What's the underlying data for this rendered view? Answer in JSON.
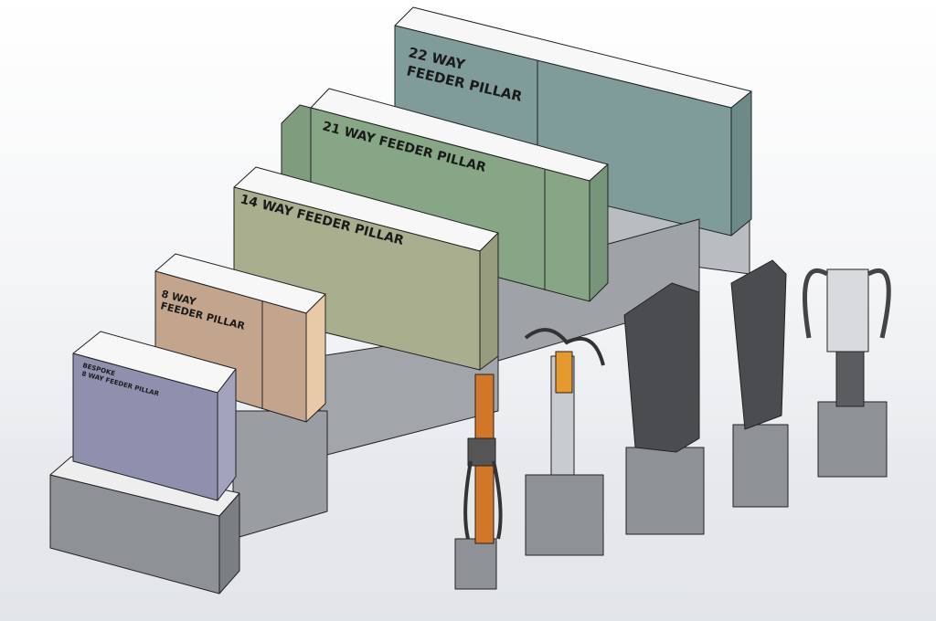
{
  "scene": {
    "pillars": [
      {
        "id": "22-way",
        "label_line1": "22 WAY",
        "label_line2": "FEEDER PILLAR",
        "color": "#7f9c9a"
      },
      {
        "id": "21-way",
        "label_line1": "21 WAY FEEDER PILLAR",
        "color": "#87a685"
      },
      {
        "id": "14-way",
        "label_line1": "14 WAY FEEDER PILLAR",
        "color": "#a9ae8f"
      },
      {
        "id": "8-way",
        "label_line1": "8 WAY",
        "label_line2": "FEEDER PILLAR",
        "color": "#c3a58e"
      },
      {
        "id": "bespoke-8-way",
        "label_line1": "BESPOKE",
        "label_line2": "8 WAY FEEDER PILLAR",
        "color": "#8f8fae"
      }
    ],
    "colors": {
      "top": "#f7f7f7",
      "base": "#8e9196",
      "charger": "#4a4c50",
      "accent": "#d2772a"
    }
  }
}
